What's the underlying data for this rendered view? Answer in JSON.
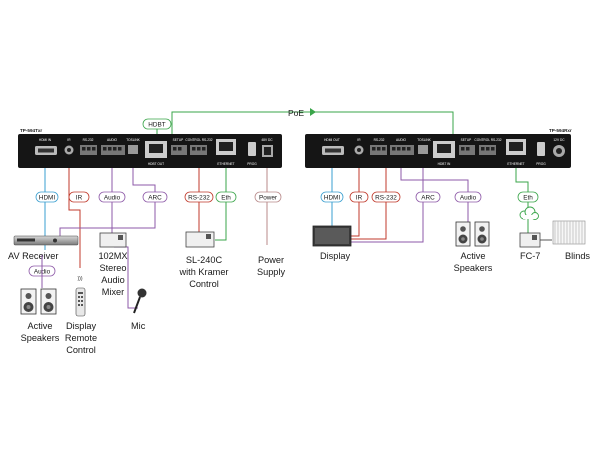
{
  "top": {
    "poe": "PoE",
    "hdbt": "HDBT",
    "tx_name": "TP-594Txr",
    "rx_name": "TP-594Rxr"
  },
  "tx_ports": {
    "hdmi_in": "HDMI IN",
    "ir": "IR",
    "rs232": "RS-232",
    "audio": "AUDIO",
    "toslink": "TOSLINK",
    "setup": "SETUP",
    "hdbt_out": "HDBT OUT",
    "control": "CONTROL RS-232",
    "ethernet": "ETHERNET",
    "prog": "PROG",
    "power": "48V DC"
  },
  "rx_ports": {
    "hdmi_out": "HDMI OUT",
    "ir": "IR",
    "rs232": "RS-232",
    "audio": "AUDIO",
    "toslink": "TOSLINK",
    "setup": "SETUP",
    "hdbt_in": "HDBT IN",
    "control": "CONTROL RS-232",
    "ethernet": "ETHERNET",
    "prog": "PROG",
    "power": "12V DC"
  },
  "left_pills": {
    "hdmi": "HDMI",
    "ir": "IR",
    "audio": "Audio",
    "arc": "ARC",
    "rs232": "RS-232",
    "eth": "Eth",
    "power": "Power",
    "audio2": "Audio"
  },
  "right_pills": {
    "hdmi": "HDMI",
    "ir": "IR",
    "rs232": "RS-232",
    "arc": "ARC",
    "audio": "Audio",
    "eth": "Eth"
  },
  "devices": {
    "av_receiver": "AV Receiver",
    "active_speakers_l": [
      "Active",
      "Speakers"
    ],
    "display_remote": [
      "Display",
      "Remote",
      "Control"
    ],
    "mixer": [
      "102MX",
      "Stereo",
      "Audio",
      "Mixer"
    ],
    "mic": "Mic",
    "sl240c": [
      "SL-240C",
      "with Kramer",
      "Control"
    ],
    "power_supply": [
      "Power",
      "Supply"
    ],
    "display": "Display",
    "active_speakers_r": [
      "Active",
      "Speakers"
    ],
    "fc7": "FC-7",
    "blinds": "Blinds"
  },
  "colors": {
    "hdmi": "#3a9fd0",
    "ir": "#c0392b",
    "audio": "#8e5aa8",
    "eth": "#3aa54a",
    "power": "#b88a8a",
    "hdbt": "#3aa54a"
  }
}
